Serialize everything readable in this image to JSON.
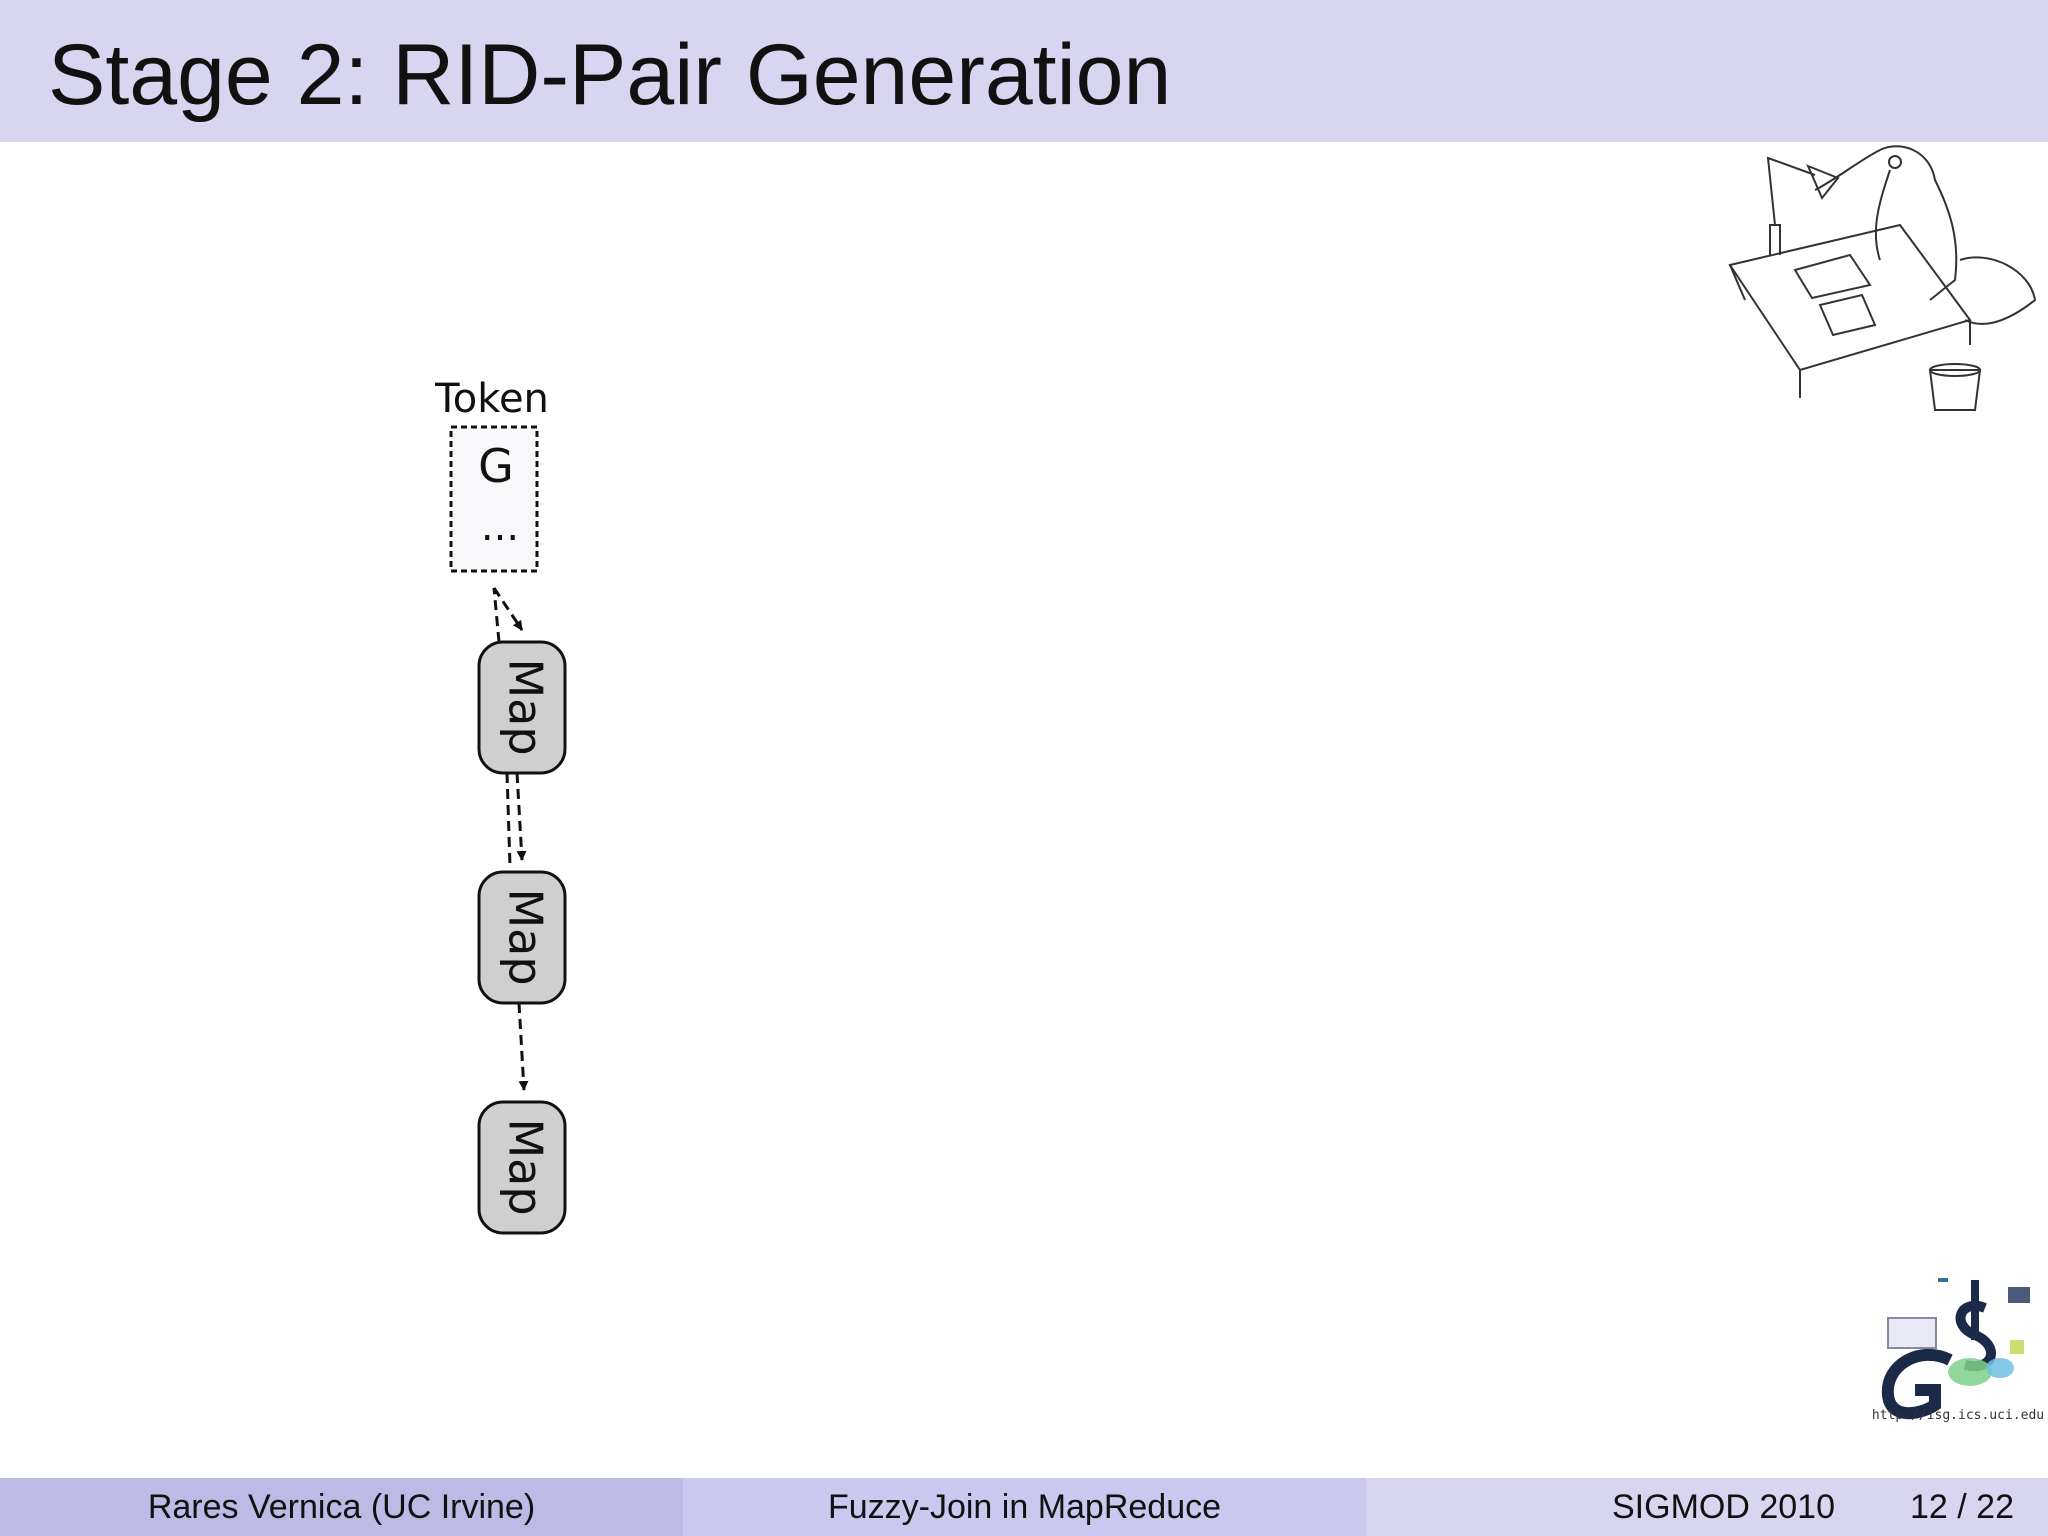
{
  "slide": {
    "title": "Stage 2: RID-Pair Generation"
  },
  "diagram": {
    "token_label": "Token",
    "token_values": [
      "G",
      "..."
    ],
    "map_nodes": [
      "Map",
      "Map",
      "Map"
    ]
  },
  "logos": {
    "url_text": "http://isg.ics.uci.edu"
  },
  "footer": {
    "author": "Rares Vernica  (UC Irvine)",
    "talk_title": "Fuzzy-Join in MapReduce",
    "conference": "SIGMOD 2010",
    "page": "12 / 22"
  },
  "colors": {
    "header_bg": "#d7d5f0",
    "footer_left": "#bdbbe6",
    "footer_mid": "#cac8ee",
    "footer_right": "#d7d5f0",
    "map_fill": "#cfcfcf"
  }
}
